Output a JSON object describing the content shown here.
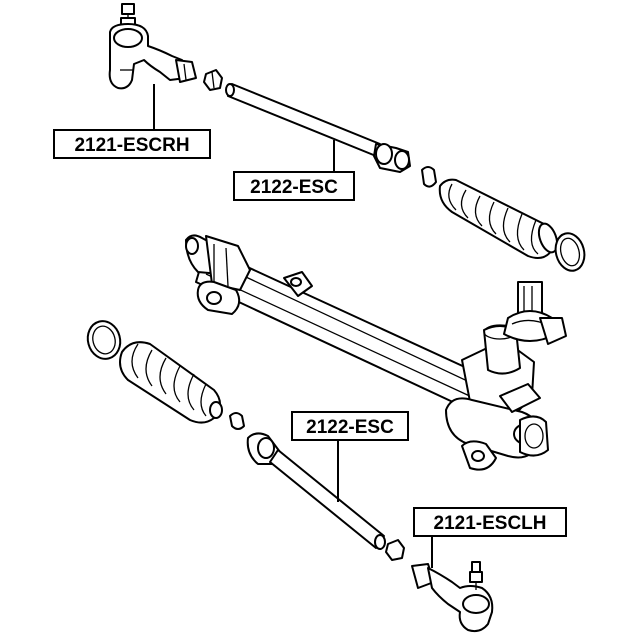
{
  "labels": {
    "tie_rod_end_right": "2121-ESCRH",
    "inner_tie_rod_upper": "2122-ESC",
    "inner_tie_rod_lower": "2122-ESC",
    "tie_rod_end_left": "2121-ESCLH"
  },
  "colors": {
    "line": "#000000",
    "background": "#ffffff"
  }
}
